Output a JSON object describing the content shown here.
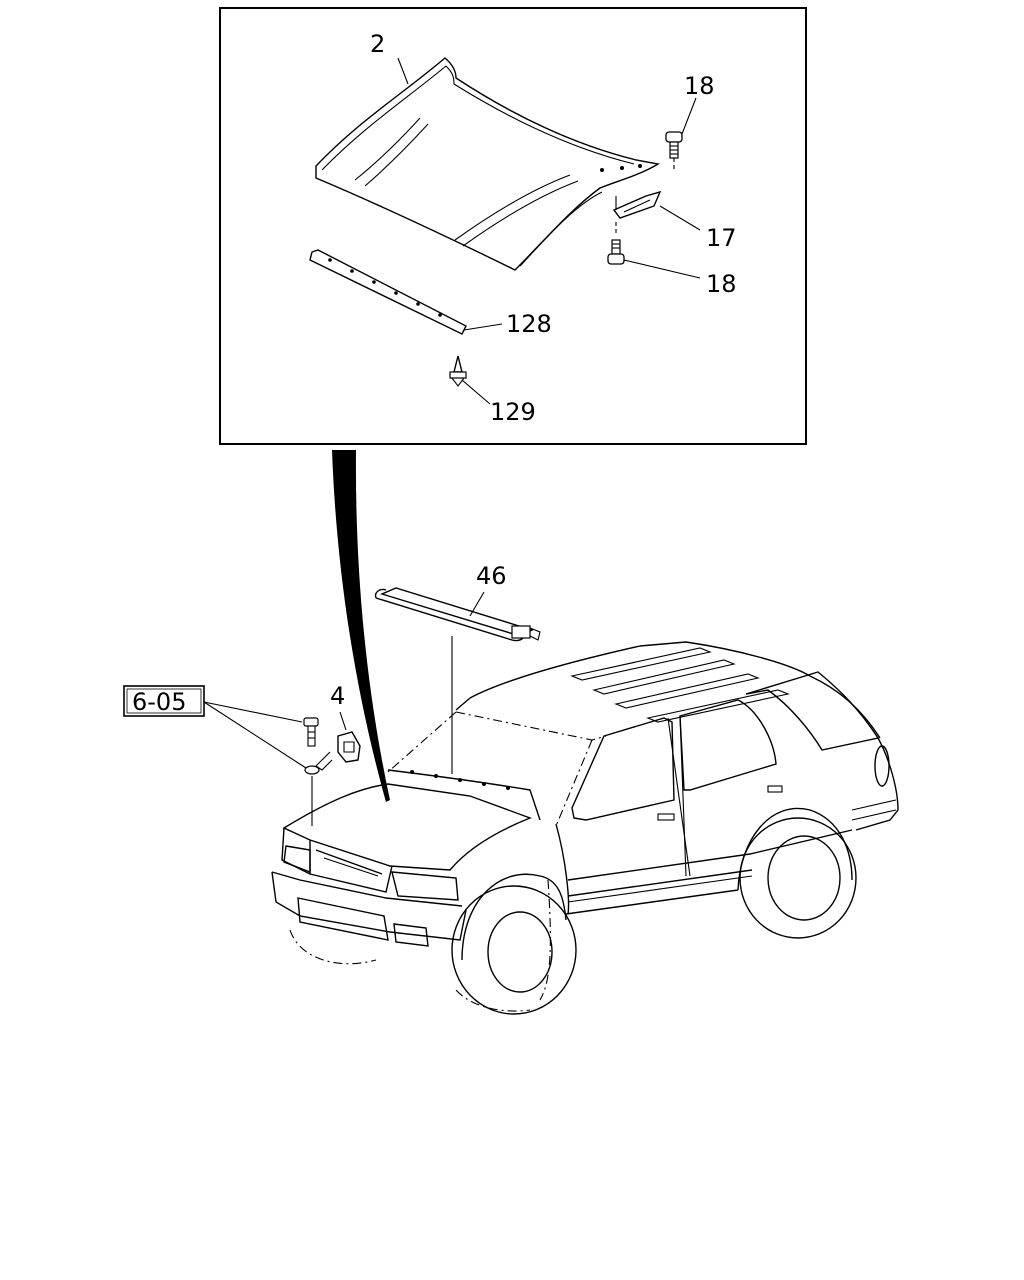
{
  "diagram": {
    "callouts": {
      "hood": "2",
      "bolt_upper": "18",
      "hinge": "17",
      "bolt_lower": "18",
      "seal_strip": "128",
      "clip": "129",
      "weatherstrip": "46",
      "latch": "4",
      "ref_section": "6-05"
    }
  }
}
